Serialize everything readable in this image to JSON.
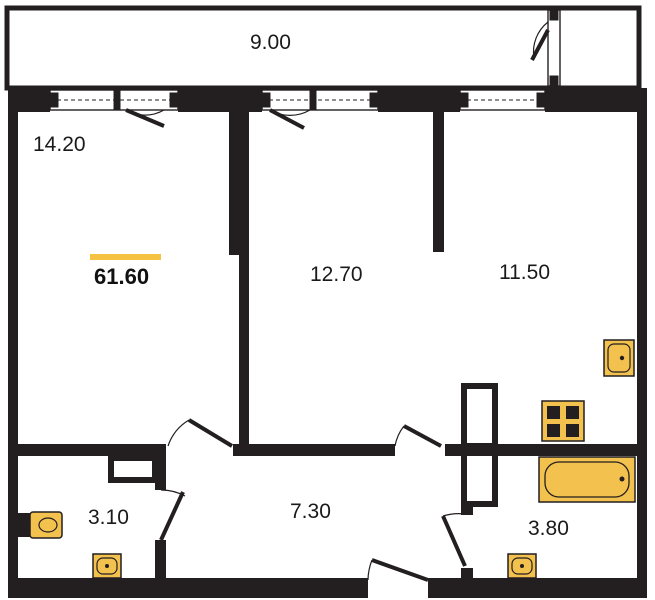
{
  "plan": {
    "total_area": "61.60",
    "rooms": [
      {
        "id": "balcony",
        "area": "9.00"
      },
      {
        "id": "room-1",
        "area": "14.20"
      },
      {
        "id": "room-2",
        "area": "12.70"
      },
      {
        "id": "kitchen",
        "area": "11.50"
      },
      {
        "id": "bathroom-1",
        "area": "3.10"
      },
      {
        "id": "hallway",
        "area": "7.30"
      },
      {
        "id": "bathroom-2",
        "area": "3.80"
      }
    ]
  },
  "colors": {
    "wall": "#231f20",
    "fixture": "#f2c14e",
    "accent": "#f5c242",
    "background": "#ffffff"
  },
  "icons": [
    "door-icon",
    "window-icon",
    "sink-icon",
    "stove-icon",
    "bathtub-icon",
    "toilet-icon"
  ]
}
